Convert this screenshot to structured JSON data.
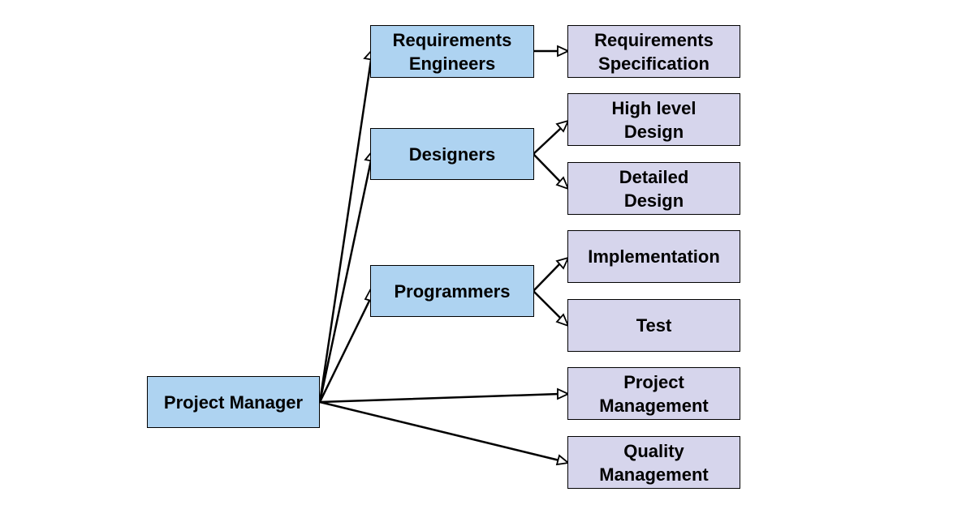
{
  "diagram": {
    "nodes": {
      "project_manager": "Project Manager",
      "requirements_engineers": "Requirements\nEngineers",
      "designers": "Designers",
      "programmers": "Programmers",
      "requirements_specification": "Requirements\nSpecification",
      "high_level_design": "High level\nDesign",
      "detailed_design": "Detailed\nDesign",
      "implementation": "Implementation",
      "test": "Test",
      "project_management": "Project\nManagement",
      "quality_management": "Quality\nManagement"
    },
    "colors": {
      "role_fill": "#aed3f1",
      "artifact_fill": "#d6d5ec",
      "line": "#000000"
    },
    "edges": [
      {
        "from": "project_manager",
        "to": "requirements_engineers"
      },
      {
        "from": "project_manager",
        "to": "designers"
      },
      {
        "from": "project_manager",
        "to": "programmers"
      },
      {
        "from": "project_manager",
        "to": "project_management"
      },
      {
        "from": "project_manager",
        "to": "quality_management"
      },
      {
        "from": "requirements_engineers",
        "to": "requirements_specification"
      },
      {
        "from": "designers",
        "to": "high_level_design"
      },
      {
        "from": "designers",
        "to": "detailed_design"
      },
      {
        "from": "programmers",
        "to": "implementation"
      },
      {
        "from": "programmers",
        "to": "test"
      }
    ]
  }
}
